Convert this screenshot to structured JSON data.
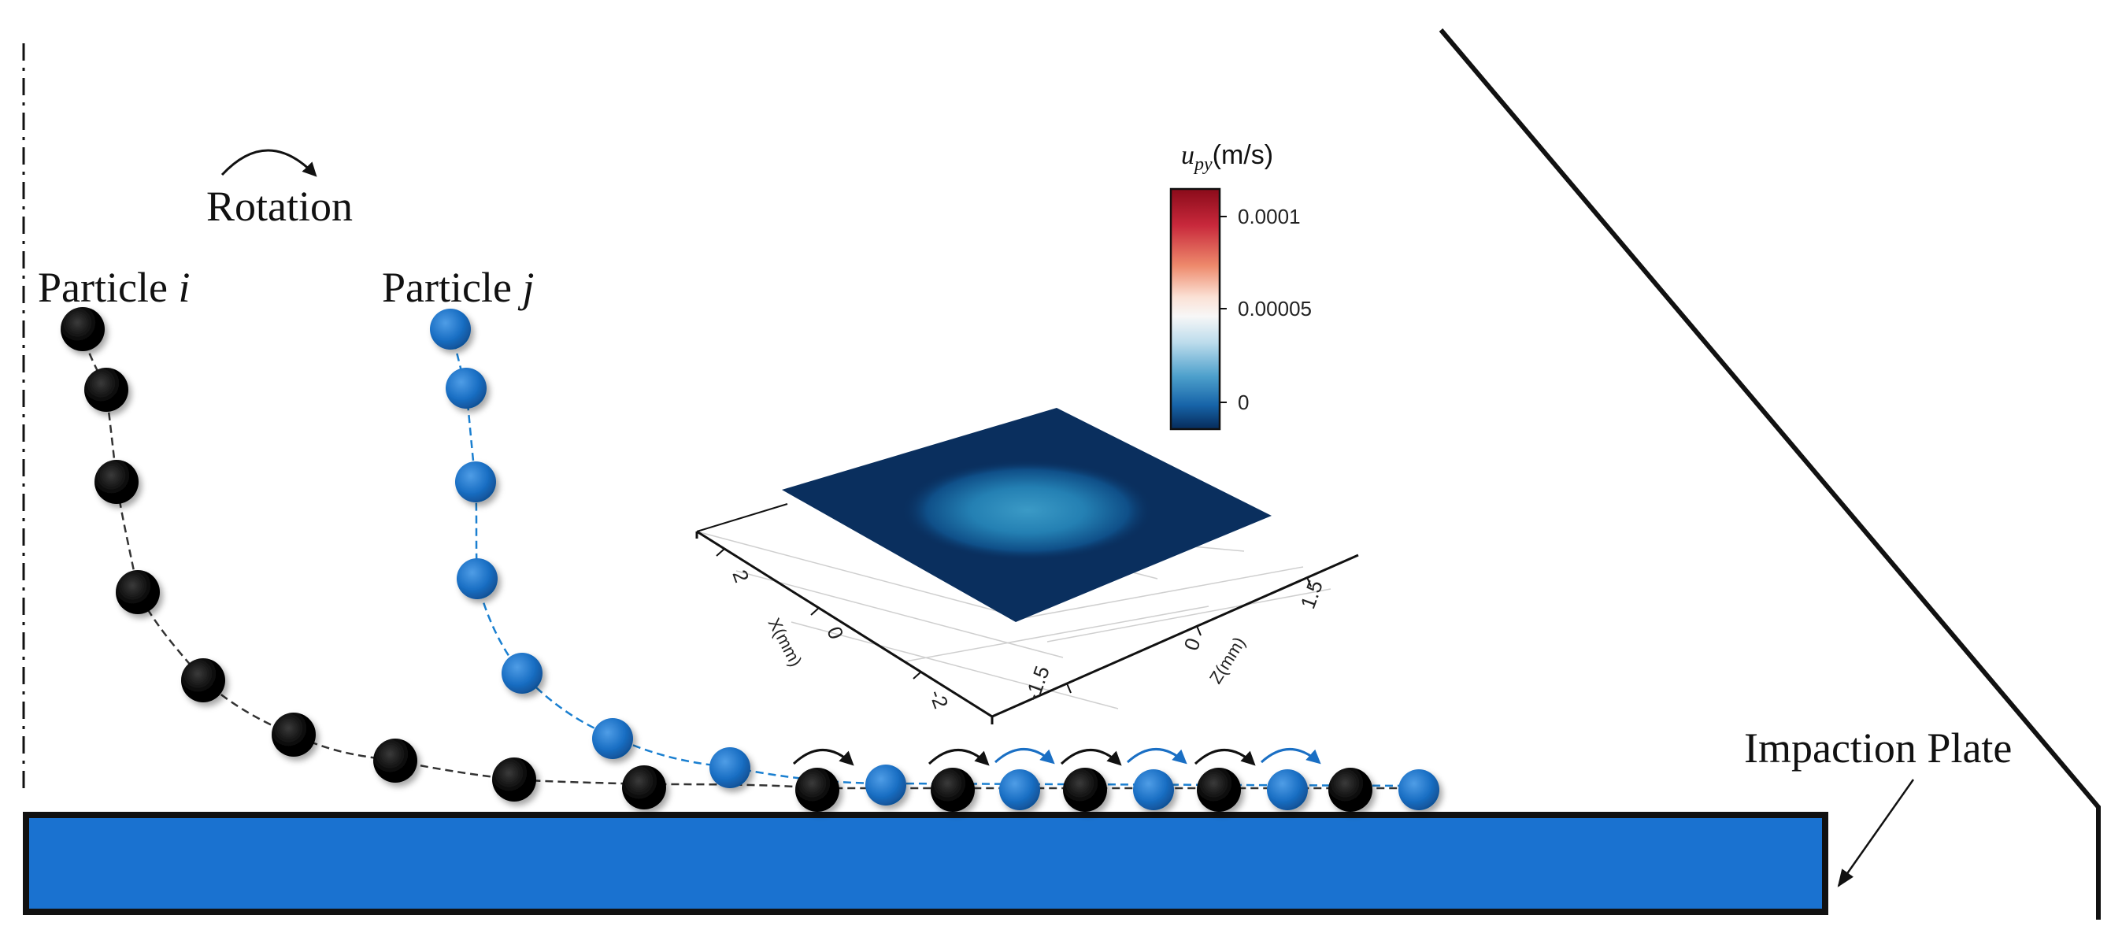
{
  "labels": {
    "rotation": "Rotation",
    "particle_i_prefix": "Particle ",
    "particle_i_symbol": "i",
    "particle_j_prefix": "Particle ",
    "particle_j_symbol": "j",
    "impaction_plate": "Impaction Plate"
  },
  "colorbar": {
    "title_symbol": "u",
    "title_subscript": "py",
    "title_unit": "(m/s)",
    "ticks": [
      "0.0001",
      "0.00005",
      "0"
    ]
  },
  "surface_plot": {
    "x_axis_label": "X(mm)",
    "z_axis_label": "Z(mm)",
    "x_ticks": [
      "2",
      "0",
      "-2"
    ],
    "z_ticks": [
      "1.5",
      "0",
      "-1.5"
    ]
  },
  "colors": {
    "particle_i": "#000000",
    "particle_j": "#1a6fc4",
    "plate_fill": "#1a72d0",
    "surface_fill": "#0a2f5e",
    "surface_spot": "#2a86b8",
    "outline": "#111111"
  },
  "icons": {
    "rotation_arrow": "curved-arrow-icon",
    "bounce_arrows": "curved-arrow-icon"
  }
}
